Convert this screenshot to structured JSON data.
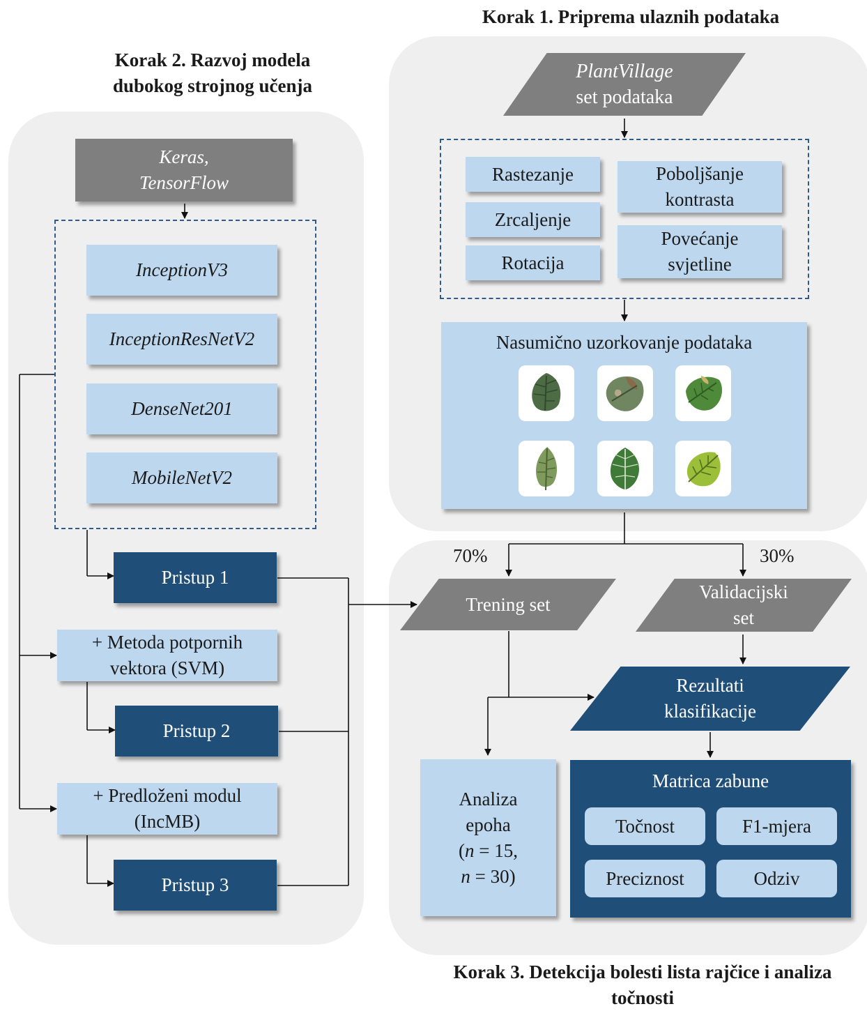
{
  "step1": {
    "title": "Korak 1. Priprema ulaznih podataka",
    "dataset": {
      "line1": "PlantVillage",
      "line2": "set podataka"
    },
    "augmentations": {
      "stretch": "Rastezanje",
      "mirror": "Zrcaljenje",
      "rotation": "Rotacija",
      "contrast": {
        "line1": "Poboljšanje",
        "line2": "kontrasta"
      },
      "brightness": {
        "line1": "Povećanje",
        "line2": "svjetline"
      }
    },
    "sampling": {
      "title": "Nasumično uzorkovanje podataka"
    }
  },
  "step2": {
    "title": {
      "line1": "Korak 2. Razvoj modela",
      "line2": "dubokog strojnog učenja"
    },
    "framework": {
      "line1": "Keras,",
      "line2": "TensorFlow"
    },
    "models": [
      "InceptionV3",
      "InceptionResNetV2",
      "DenseNet201",
      "MobileNetV2"
    ],
    "approach1": "Pristup 1",
    "svm": {
      "line1": "+ Metoda potpornih",
      "line2": "vektora (SVM)"
    },
    "approach2": "Pristup 2",
    "incmb": {
      "line1": "+ Predloženi modul",
      "line2": "(IncMB)"
    },
    "approach3": "Pristup 3"
  },
  "step3": {
    "title": {
      "line1": "Korak 3. Detekcija bolesti lista rajčice i analiza",
      "line2": "točnosti"
    },
    "split_train": "70%",
    "split_val": "30%",
    "train_set": "Trening set",
    "val_set": {
      "line1": "Validacijski",
      "line2": "set"
    },
    "results": {
      "line1": "Rezultati",
      "line2": "klasifikacije"
    },
    "epochs": {
      "line1": "Analiza",
      "line2": "epoha",
      "line3": "(n = 15,",
      "line4": "n = 30)"
    },
    "confusion": {
      "title": "Matrica zabune",
      "accuracy": "Točnost",
      "f1": "F1-mjera",
      "precision": "Preciznost",
      "recall": "Odziv"
    }
  },
  "colors": {
    "light_blue": "#bdd7ee",
    "dark_blue": "#1f4e79",
    "gray": "#7f7f7f",
    "panel": "#efefef"
  }
}
